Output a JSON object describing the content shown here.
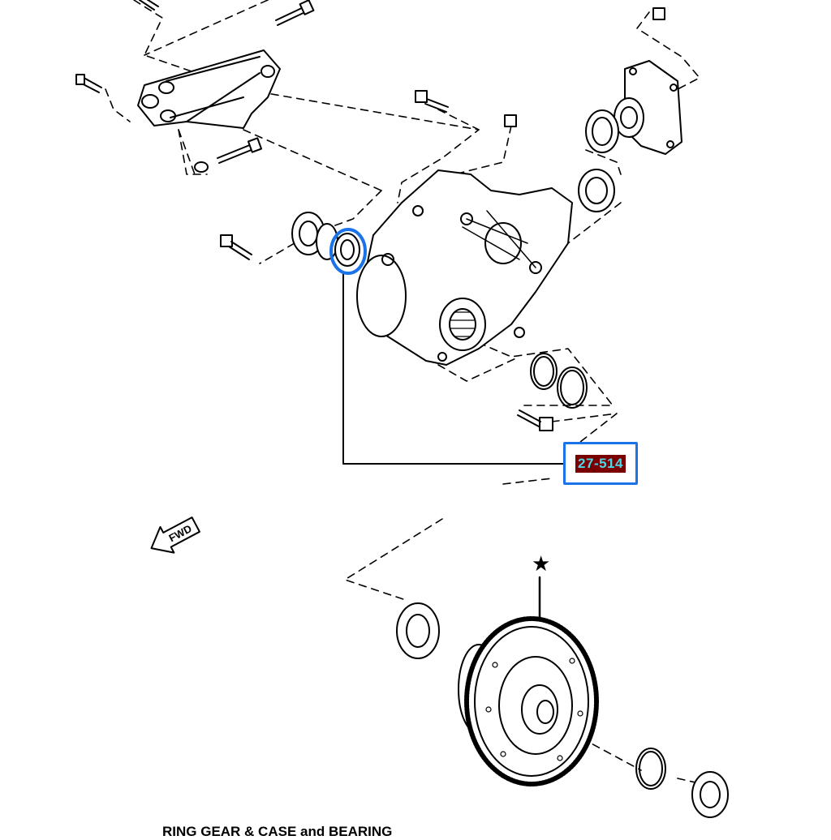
{
  "callout": {
    "part_ref": "27-514",
    "background_color": "#7a0000",
    "text_color": "#49d9e8",
    "frame_color": "#1a73e8"
  },
  "fwd_arrow": {
    "label": "FWD"
  },
  "star_mark": {
    "symbol": "★"
  },
  "caption": {
    "text": "RING GEAR & CASE and BEARING"
  },
  "highlight_color": "#1a73e8"
}
